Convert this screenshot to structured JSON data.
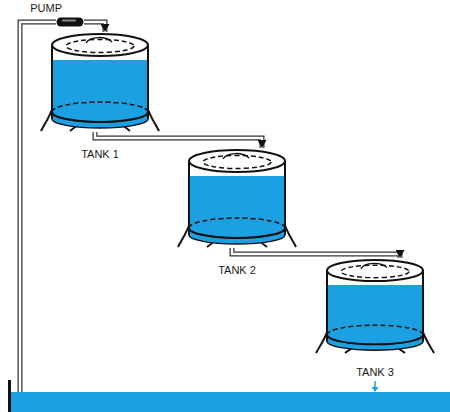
{
  "diagram": {
    "nodes": [
      {
        "text": [
          "PUMP"
        ]
      },
      {
        "text": [
          "TANK 1"
        ]
      },
      {
        "text": [
          "TANK 2"
        ]
      },
      {
        "text": [
          "TANK 3"
        ]
      }
    ],
    "edges": [
      {
        "from": 0,
        "to": 1,
        "arrow": "to"
      },
      {
        "from": 1,
        "to": 2,
        "arrow": "to"
      },
      {
        "from": 2,
        "to": 3,
        "arrow": "to"
      }
    ]
  }
}
